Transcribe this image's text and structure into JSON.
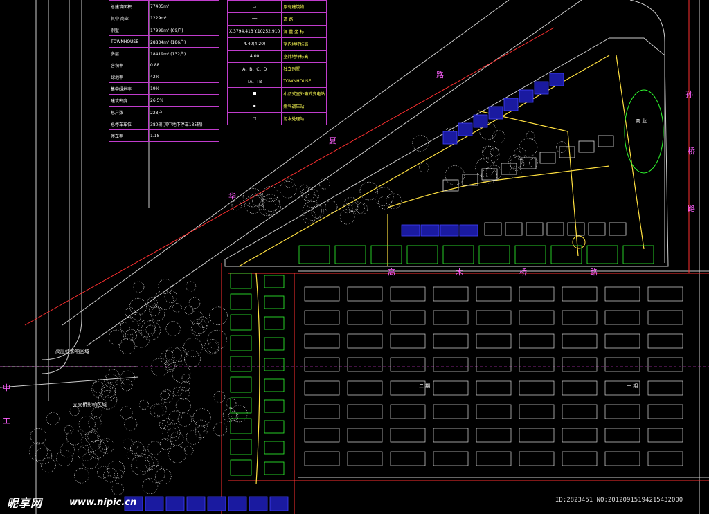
{
  "stats_table": {
    "rows": [
      {
        "sub": "",
        "key": "总建筑面积",
        "val": "77405m²"
      },
      {
        "sub": "其中",
        "key": "商业",
        "val": "1229m²"
      },
      {
        "sub": "",
        "key": "别墅",
        "val": "17998m² (69户)"
      },
      {
        "sub": "",
        "key": "TOWNHOUSE",
        "val": "28834m² (186户)"
      },
      {
        "sub": "",
        "key": "多层",
        "val": "18419m² (132户)"
      },
      {
        "sub": "",
        "key": "容积率",
        "val": "0.88"
      },
      {
        "sub": "",
        "key": "绿地率",
        "val": "42%"
      },
      {
        "sub": "",
        "key": "集中绿地率",
        "val": "19%"
      },
      {
        "sub": "",
        "key": "建筑密度",
        "val": "26.5%"
      },
      {
        "sub": "",
        "key": "总户数",
        "val": "228户"
      },
      {
        "sub": "",
        "key": "总停车车位",
        "val": "380辆(其中地下停车135辆)"
      },
      {
        "sub": "",
        "key": "停车率",
        "val": "1.18"
      }
    ]
  },
  "legend": {
    "items": [
      {
        "symbol": "▭",
        "label": "原有建筑物"
      },
      {
        "symbol": "══",
        "label": "道 路"
      },
      {
        "symbol": "X.3794.413 Y.10252.910",
        "label": "测 量 坐 标"
      },
      {
        "symbol": "4.40(4.20)",
        "label": "室内地坪标高"
      },
      {
        "symbol": "4.00",
        "label": "室外地坪标高"
      },
      {
        "symbol": "A、B、C、D",
        "label": "独立别墅"
      },
      {
        "symbol": "TA、TB",
        "label": "TOWNHOUSE"
      },
      {
        "symbol": "■",
        "label": "小品式室外箱式变电站"
      },
      {
        "symbol": "▪",
        "label": "燃气调压站"
      },
      {
        "symbol": "□",
        "label": "污水处理站"
      }
    ]
  },
  "road_labels": {
    "hua": "华",
    "xia": "夏",
    "lu1": "路",
    "sun": "孙",
    "qiao": "桥",
    "lu2": "路",
    "gao": "高",
    "mu": "木",
    "qiao2": "桥",
    "lu3": "路",
    "shen": "申",
    "gong": "工"
  },
  "zone_labels": {
    "phase2": "二 期",
    "phase1": "一 期",
    "commercial": "商 业",
    "hv_zone": "高压线影响区域",
    "interchange_zone": "立交桥影响区域"
  },
  "watermark": {
    "logo": "昵享网",
    "url": "www.nipic.cn",
    "id": "ID:2823451 NO:20120915194215432000"
  },
  "colors": {
    "background": "#000000",
    "boundary": "#ff3030",
    "road": "#ffffff",
    "trees": "#ffffff",
    "villas": "#30ff30",
    "townhouse": "#4040ff",
    "table": "#c03ccc",
    "annotation": "#ff40ff"
  }
}
